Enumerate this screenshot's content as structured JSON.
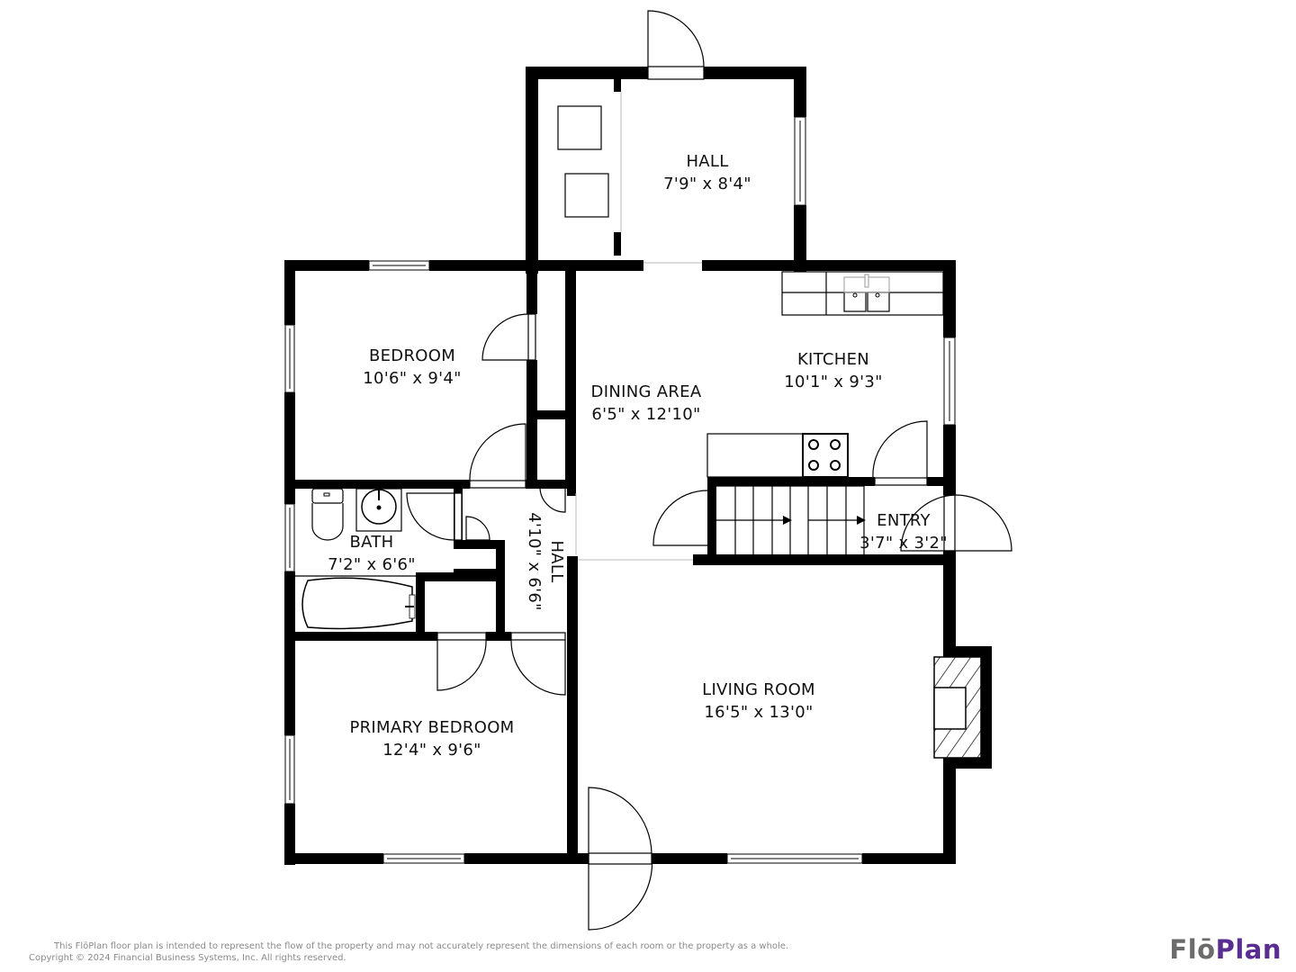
{
  "floorplan": {
    "rooms": [
      {
        "id": "hall-top",
        "name": "HALL",
        "dims": "7'9\" x 8'4\""
      },
      {
        "id": "bedroom",
        "name": "BEDROOM",
        "dims": "10'6\" x 9'4\""
      },
      {
        "id": "dining",
        "name": "DINING AREA",
        "dims": "6'5\" x 12'10\""
      },
      {
        "id": "kitchen",
        "name": "KITCHEN",
        "dims": "10'1\" x 9'3\""
      },
      {
        "id": "bath",
        "name": "BATH",
        "dims": "7'2\" x 6'6\""
      },
      {
        "id": "hall-mid",
        "name": "HALL",
        "dims": "4'10\" x 6'6\""
      },
      {
        "id": "entry",
        "name": "ENTRY",
        "dims": "3'7\" x 3'2\""
      },
      {
        "id": "living",
        "name": "LIVING ROOM",
        "dims": "16'5\" x 13'0\""
      },
      {
        "id": "primary",
        "name": "PRIMARY BEDROOM",
        "dims": "12'4\" x 9'6\""
      }
    ],
    "fixtures": [
      "washer",
      "dryer",
      "kitchen-sink",
      "stove",
      "toilet",
      "bathroom-sink",
      "bathtub",
      "stairs",
      "fireplace"
    ],
    "colors": {
      "wall": "#000000",
      "background": "#ffffff",
      "brand_gray": "#6b6b6b",
      "brand_purple": "#5a2d91"
    }
  },
  "footer": {
    "disclaimer_line1": "This FlōPlan floor plan is intended to represent the flow of the property and may not accurately represent the dimensions of each room or the property as a whole.",
    "disclaimer_line2": "Copyright © 2024 Financial Business Systems, Inc. All rights reserved.",
    "logo_part1": "Flō",
    "logo_part2": "Plan"
  }
}
